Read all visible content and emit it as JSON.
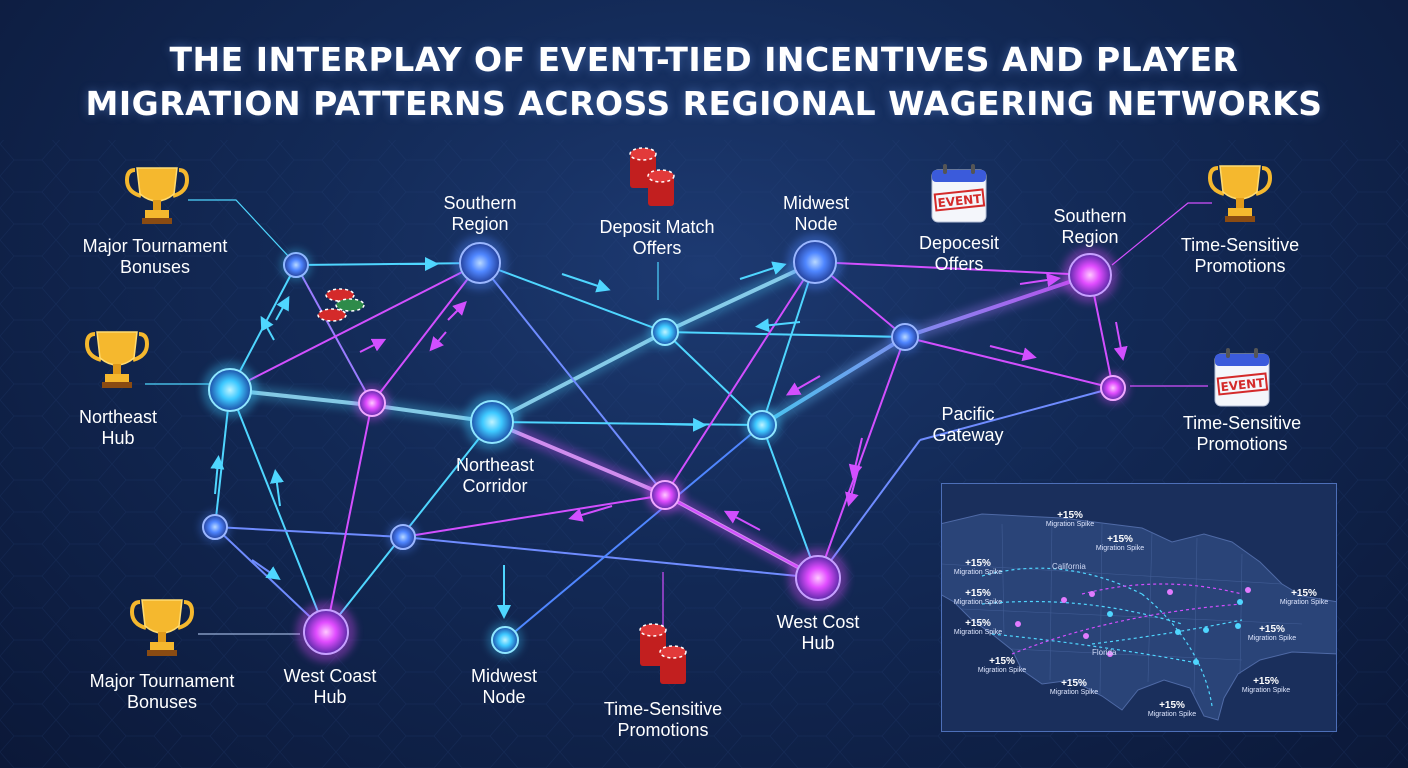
{
  "title": {
    "line1": "THE INTERPLAY OF EVENT-TIED INCENTIVES AND PLAYER",
    "line2": "MIGRATION PATTERNS ACROSS REGIONAL WAGERING NETWORKS"
  },
  "colors": {
    "cyan": "#4fd6ff",
    "magenta": "#d24fff",
    "blue": "#5b7cff",
    "gold": "#f5b82e",
    "chip_red": "#d42a2a"
  },
  "node_labels": {
    "southern_region_1": [
      "Southern",
      "Region"
    ],
    "midwest_node_top": [
      "Midwest",
      "Node"
    ],
    "southern_region_2": [
      "Southern",
      "Region"
    ],
    "northeast_hub": [
      "Northeast",
      "Hub"
    ],
    "northeast_corridor": [
      "Northeast",
      "Corridor"
    ],
    "pacific_gateway": [
      "Pacific",
      "Gateway"
    ],
    "west_coast_hub": [
      "West Coast",
      "Hub"
    ],
    "midwest_node_bottom": [
      "Midwest",
      "Node"
    ],
    "west_cost_hub": [
      "West Cost",
      "Hub"
    ]
  },
  "incentive_labels": {
    "major_tournament_bonuses_top": [
      "Major Tournament",
      "Bonuses"
    ],
    "deposit_match_offers": [
      "Deposit Match",
      "Offers"
    ],
    "depocesit_offers": [
      "Depocesit",
      "Offers"
    ],
    "time_sensitive_promotions_top": [
      "Time-Sensitive",
      "Promotions"
    ],
    "time_sensitive_promotions_mid": [
      "Time-Sensitive",
      "Promotions"
    ],
    "major_tournament_bonuses_bottom": [
      "Major Tournament",
      "Bonuses"
    ],
    "time_sensitive_promotions_bottom": [
      "Time-Sensitive",
      "Promotions"
    ]
  },
  "icons": {
    "trophy": "trophy-icon",
    "chips": "poker-chips-icon",
    "calendar": "event-calendar-icon",
    "calendar_text": "EVENT"
  },
  "map": {
    "states": {
      "california": "California",
      "florida": "Florida"
    },
    "spikes": [
      {
        "pct": "+15%",
        "label": "Migration Spike"
      },
      {
        "pct": "+15%",
        "label": "Migration Spike"
      },
      {
        "pct": "+15%",
        "label": "Migration Spike"
      },
      {
        "pct": "+15%",
        "label": "Migration Spike"
      },
      {
        "pct": "+15%",
        "label": "Migration Spike"
      },
      {
        "pct": "+15%",
        "label": "Migration Spike"
      },
      {
        "pct": "+15%",
        "label": "Migration Spike"
      },
      {
        "pct": "+15%",
        "label": "Migration Spike"
      },
      {
        "pct": "+15%",
        "label": "Migration Spike"
      },
      {
        "pct": "+15%",
        "label": "Migration Spike"
      },
      {
        "pct": "+15%",
        "label": "Migration Spike"
      }
    ]
  }
}
